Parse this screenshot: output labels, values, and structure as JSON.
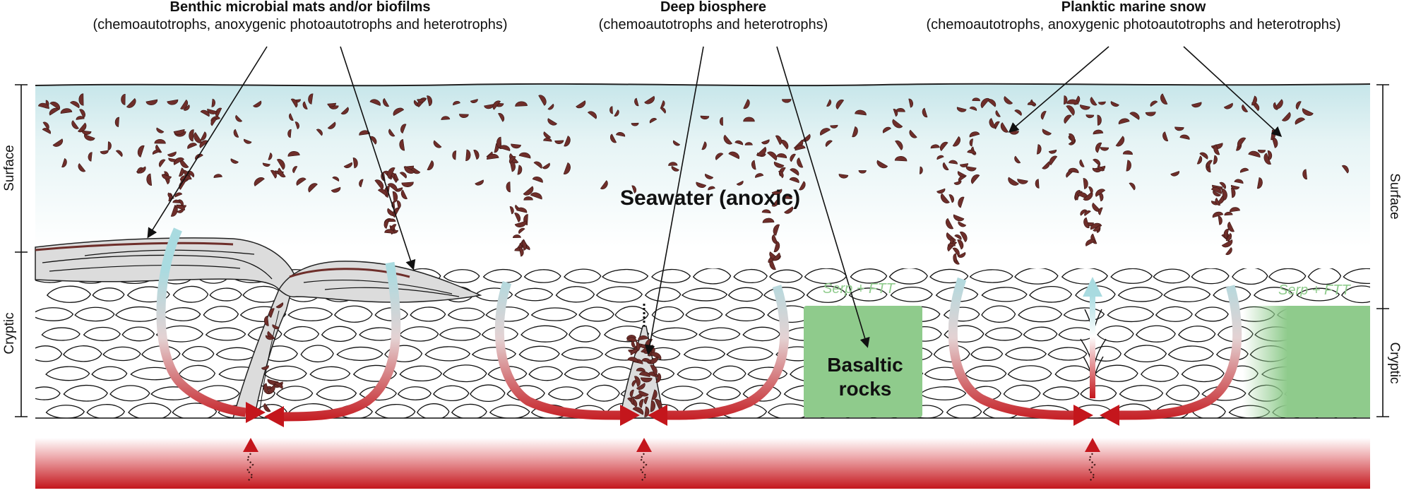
{
  "headers": {
    "benthic": {
      "title": "Benthic microbial mats and/or biofilms",
      "subtitle": "(chemoautotrophs, anoxygenic photoautotrophs and heterotrophs)"
    },
    "deep": {
      "title": "Deep biosphere",
      "subtitle": "(chemoautotrophs and heterotrophs)"
    },
    "planktic": {
      "title": "Planktic marine snow",
      "subtitle": "(chemoautotrophs, anoxygenic photoautotrophs and heterotrophs)"
    }
  },
  "labels": {
    "seawater": "Seawater (anoxic)",
    "basaltic": "Basaltic rocks",
    "serp1": "Serp + FTT",
    "serp2": "Serp + FTT"
  },
  "zones": {
    "left_surface": "Surface",
    "left_cryptic": "Cryptic",
    "right_surface": "Surface",
    "right_cryptic": "Cryptic"
  },
  "colors": {
    "seawater_top": "#cfe9ec",
    "particle": "#6e2e2a",
    "rock_green": "#8fcb8c",
    "heat_red": "#c4161c",
    "flow_blue": "#a9dbe0"
  }
}
